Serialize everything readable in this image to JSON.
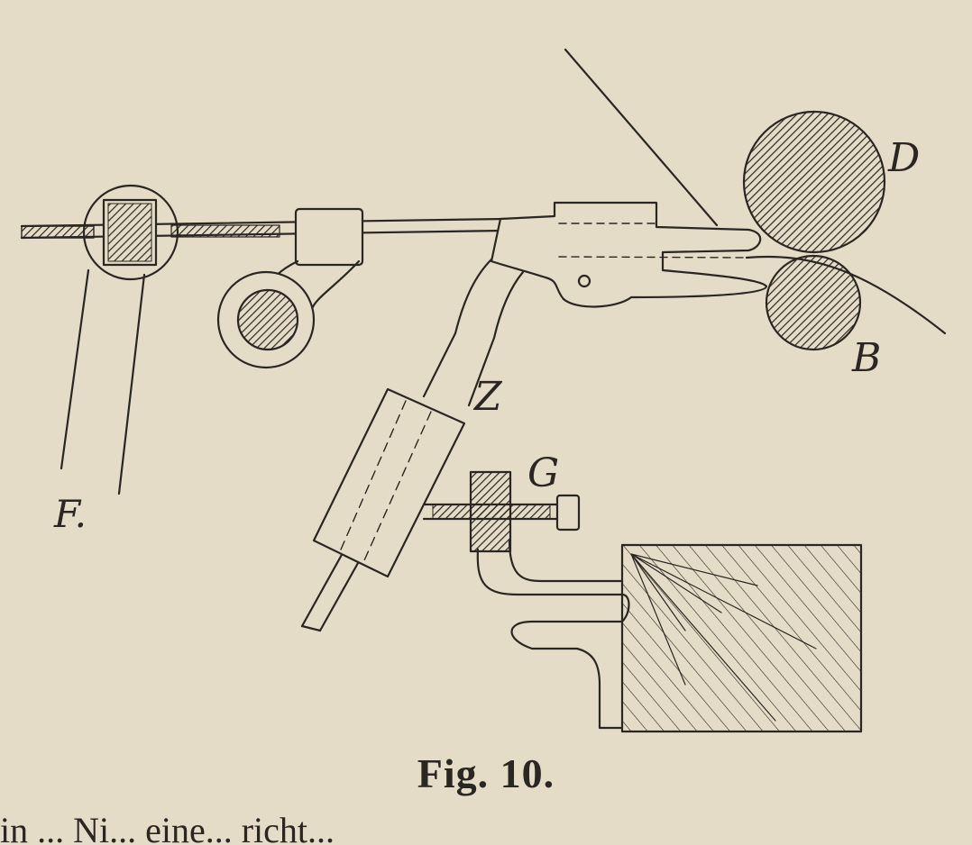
{
  "figure": {
    "caption": "Fig. 10.",
    "cut_off_text": "in ... Ni... eine... richt...",
    "labels": {
      "D": "D",
      "B": "B",
      "Z": "Z",
      "G": "G",
      "F": "F."
    }
  },
  "colors": {
    "paper": "#e4dcc6",
    "ink": "#2a2622"
  }
}
